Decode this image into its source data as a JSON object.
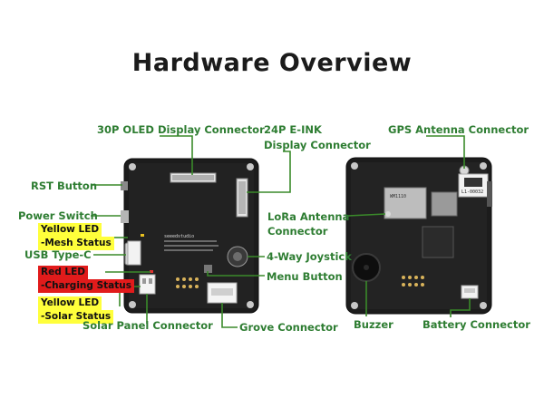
{
  "title": "Hardware Overview",
  "labels": {
    "oled": "30P OLED Display Connector",
    "eink1": "24P E-INK",
    "eink2": "Display Connector",
    "gps": "GPS Antenna Connector",
    "rst": "RST Button",
    "power": "Power Switch",
    "usb": "USB Type-C",
    "lora1": "LoRa Antenna",
    "lora2": "Connector",
    "joystick": "4-Way Joystick",
    "menu": "Menu Button",
    "solar": "Solar Panel Connector",
    "grove": "Grove Connector",
    "buzzer": "Buzzer",
    "battery": "Battery Connector"
  },
  "tags": {
    "mesh1": "Yellow LED",
    "mesh2": "-Mesh Status",
    "charge1": "Red LED",
    "charge2": "-Charging Status",
    "solar1": "Yellow LED",
    "solar2": "-Solar Status"
  },
  "board_text": {
    "brand": "seeedstudio",
    "id_label": "L1-00032",
    "module": "WM1110"
  },
  "colors": {
    "label_green": "#2e7d32",
    "line_green": "#3a8a2a",
    "yellow_tag": "#ffff3b",
    "red_tag": "#e11b1b",
    "pcb": "#1c1c1c"
  }
}
